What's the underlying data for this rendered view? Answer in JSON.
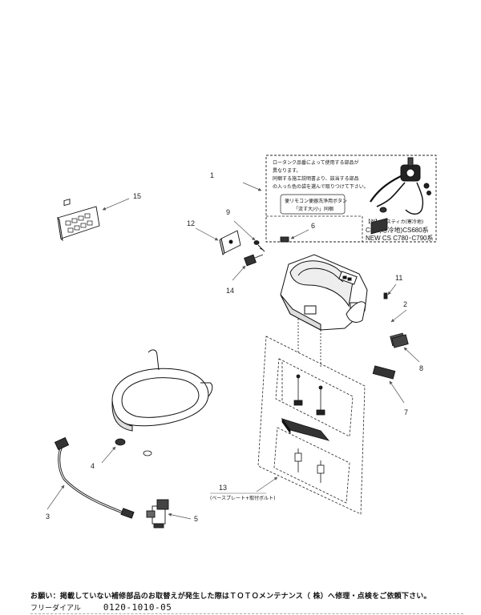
{
  "part_numbers": {
    "p1": "1",
    "p2": "2",
    "p3": "3",
    "p4": "4",
    "p5": "5",
    "p6": "6",
    "p7": "7",
    "p8": "8",
    "p9": "9",
    "p11": "11",
    "p12": "12",
    "p13": "13",
    "p14": "14",
    "p15": "15"
  },
  "note_box": {
    "line1": "ロータンク品番によって使用する部品が",
    "line2": "異なります。",
    "line3": "同梱する施工説明書より、該当する部品",
    "line4": "の入った色の袋を選んで取りつけて下さい。",
    "sub_line1": "便リモコン便器洗浄用ボタン",
    "sub_line2": "「流す大/小」同梱",
    "example_label": "【例】 レスティカ(寒冷地)",
    "model_line1": "CSR(寒冷地)CS680系",
    "model_line2": "NEW CS C780･C790系"
  },
  "part13_caption": "(ベースプレート+取付ボルト)",
  "footer": {
    "request": "お願い：掲載していない補修部品のお取替えが発生した際はＴＯＴＯメンテナンス（ 株）へ修理・点検をご依頼下さい。",
    "dial_label": "フリーダイアル",
    "phone": "0120-1010-05"
  },
  "colors": {
    "line": "#1a1a1a",
    "leader": "#555555"
  }
}
